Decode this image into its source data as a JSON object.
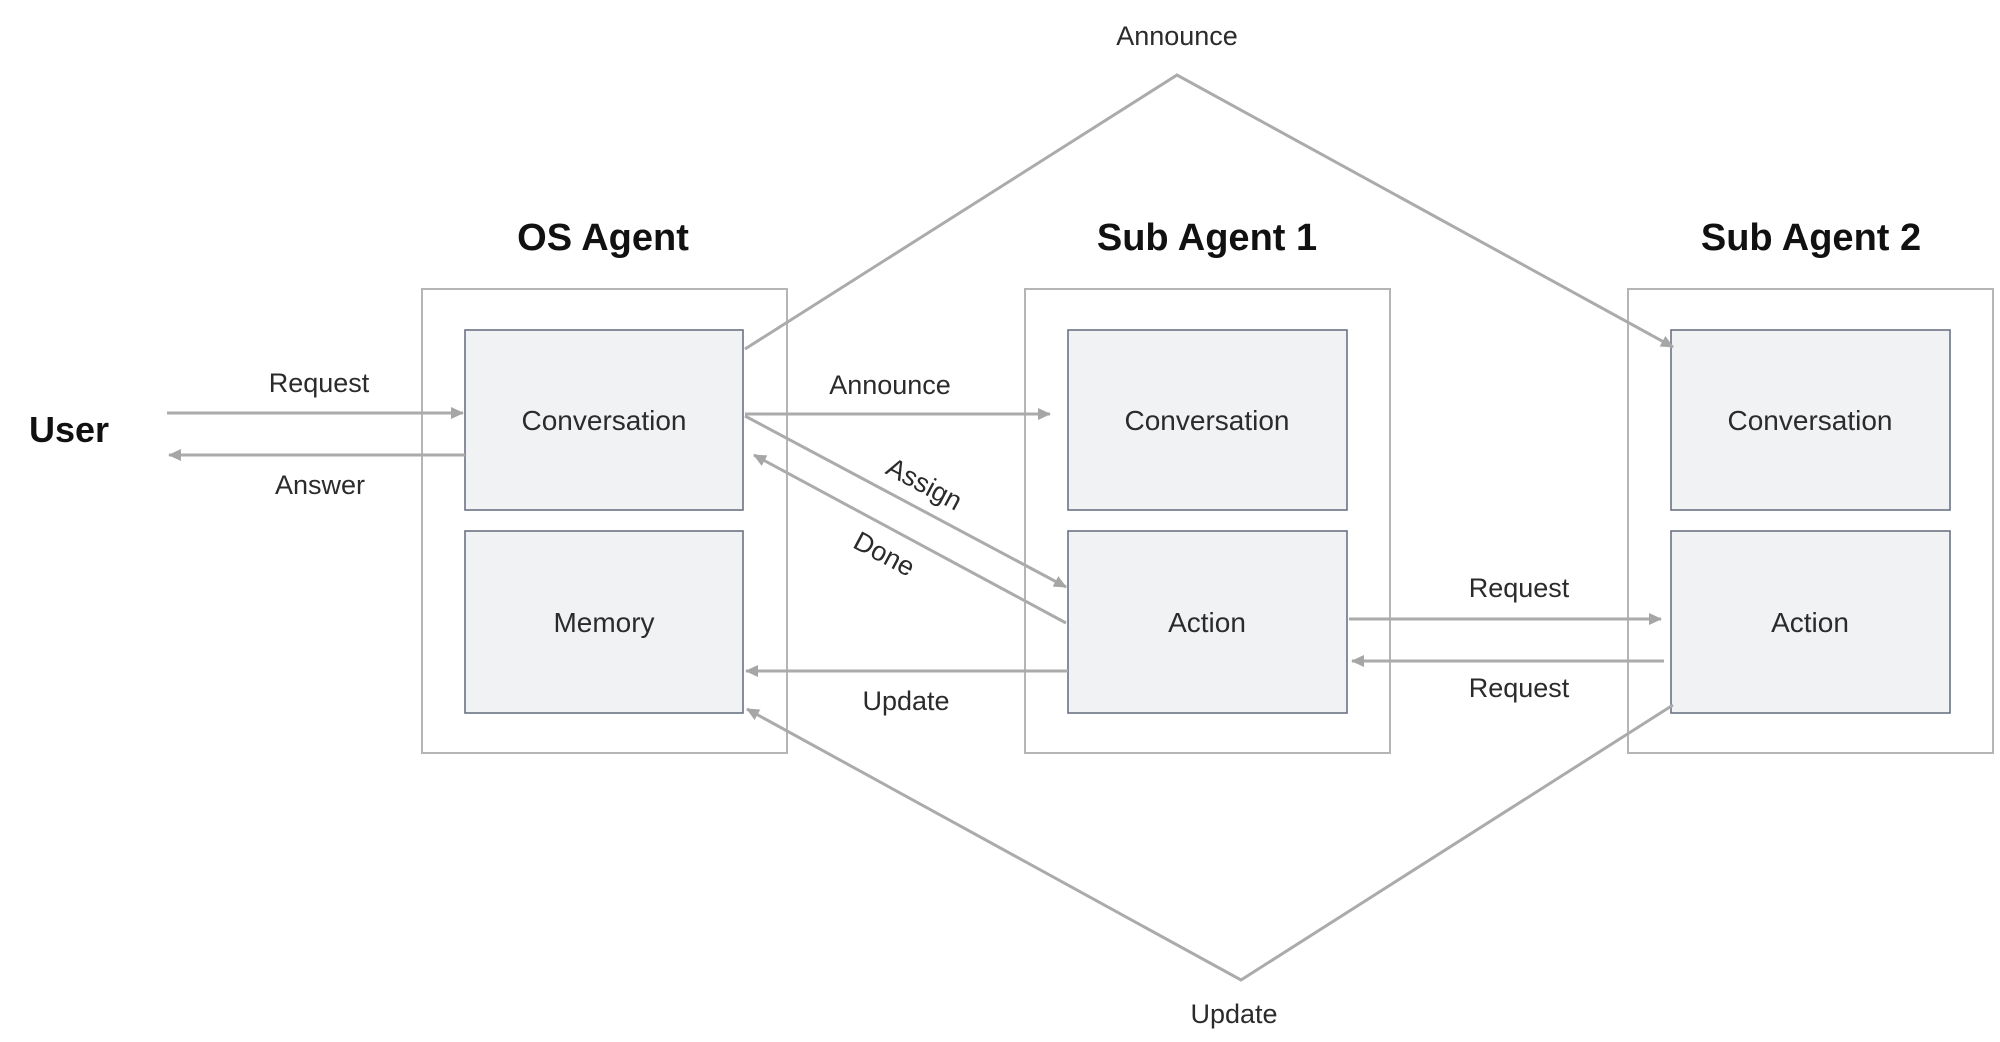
{
  "user": {
    "label": "User"
  },
  "agents": [
    {
      "id": "os",
      "title": "OS Agent",
      "modules": [
        "Conversation",
        "Memory"
      ]
    },
    {
      "id": "sub1",
      "title": "Sub Agent 1",
      "modules": [
        "Conversation",
        "Action"
      ]
    },
    {
      "id": "sub2",
      "title": "Sub Agent 2",
      "modules": [
        "Conversation",
        "Action"
      ]
    }
  ],
  "edges": {
    "user_request": "Request",
    "user_answer": "Answer",
    "announce_top": "Announce",
    "announce_mid": "Announce",
    "assign": "Assign",
    "done": "Done",
    "update_mid": "Update",
    "request_right": "Request",
    "request_left": "Request",
    "update_bottom": "Update"
  }
}
